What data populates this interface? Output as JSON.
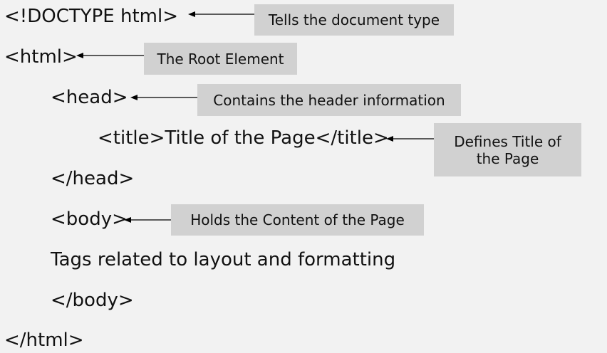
{
  "code": {
    "doctype": "<!DOCTYPE html>",
    "html_open": "<html>",
    "head_open": "<head>",
    "title_line": "<title>Title of the Page</title>",
    "head_close": "</head>",
    "body_open": "<body>",
    "body_content": "Tags related to layout and formatting",
    "body_close": "</body>",
    "html_close": "</html>"
  },
  "annotations": {
    "doctype": "Tells the document type",
    "html": "The Root Element",
    "head": "Contains the header information",
    "title_line1": "Defines Title of",
    "title_line2": "the Page",
    "body": "Holds the Content of the Page"
  },
  "colors": {
    "background": "#f2f2f2",
    "label_fill": "#d1d1d1",
    "text": "#111111",
    "arrow": "#000000"
  }
}
